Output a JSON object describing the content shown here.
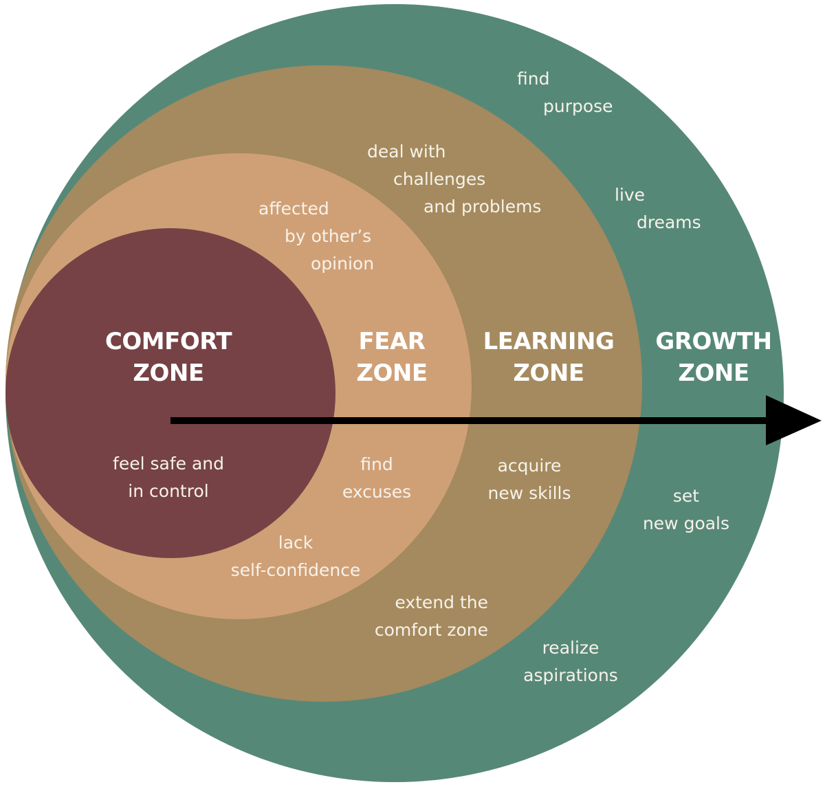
{
  "colors": {
    "growth": "#568878",
    "learning": "#a48a5e",
    "fear": "#cfa076",
    "comfort": "#764245",
    "text": "#f7f2ea",
    "arrow": "#000000"
  },
  "zones": {
    "comfort": {
      "title_line1": "COMFORT",
      "title_line2": "ZONE"
    },
    "fear": {
      "title_line1": "FEAR",
      "title_line2": "ZONE"
    },
    "learning": {
      "title_line1": "LEARNING",
      "title_line2": "ZONE"
    },
    "growth": {
      "title_line1": "GROWTH",
      "title_line2": "ZONE"
    }
  },
  "phrases": {
    "comfort": [
      {
        "line1": "feel safe and",
        "line2": "in control"
      }
    ],
    "fear": [
      {
        "line1": "affected",
        "line2": "by other’s",
        "line3": "opinion"
      },
      {
        "line1": "find",
        "line2": "excuses"
      },
      {
        "line1": "lack",
        "line2": "self-confidence"
      }
    ],
    "learning": [
      {
        "line1": "deal with",
        "line2": "challenges",
        "line3": "and problems"
      },
      {
        "line1": "acquire",
        "line2": "new skills"
      },
      {
        "line1": "extend the",
        "line2": "comfort zone"
      }
    ],
    "growth": [
      {
        "line1": "find",
        "line2": "purpose"
      },
      {
        "line1": "live",
        "line2": "dreams"
      },
      {
        "line1": "set",
        "line2": "new goals"
      },
      {
        "line1": "realize",
        "line2": "aspirations"
      }
    ]
  }
}
